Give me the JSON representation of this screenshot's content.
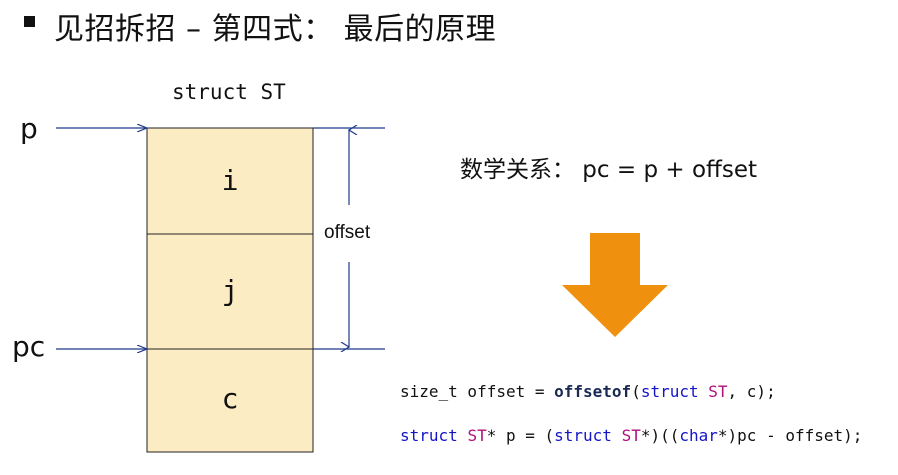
{
  "header": {
    "title": "见招拆招 – 第四式： 最后的原理"
  },
  "diagram": {
    "struct_label": "struct ST",
    "pointer_p": "p",
    "pointer_pc": "pc",
    "fields": [
      "i",
      "j",
      "c"
    ],
    "offset_label": "offset",
    "box_fill": "#fcecc4",
    "arrow_color": "#1f3a8a"
  },
  "relation": {
    "text": "数学关系： pc = p + offset"
  },
  "down_arrow": {
    "color": "#f0900f"
  },
  "code": {
    "line1": {
      "a": "size_t offset = ",
      "b": "offsetof",
      "c": "(",
      "d": "struct",
      "e": " ",
      "f": "ST",
      "g": ", c);"
    },
    "line2": {
      "a": "struct",
      "b": " ",
      "c": "ST",
      "d": "* p = (",
      "e": "struct",
      "f": " ",
      "g": "ST",
      "h": "*)((",
      "i": "char",
      "j": "*)pc - offset);"
    }
  }
}
